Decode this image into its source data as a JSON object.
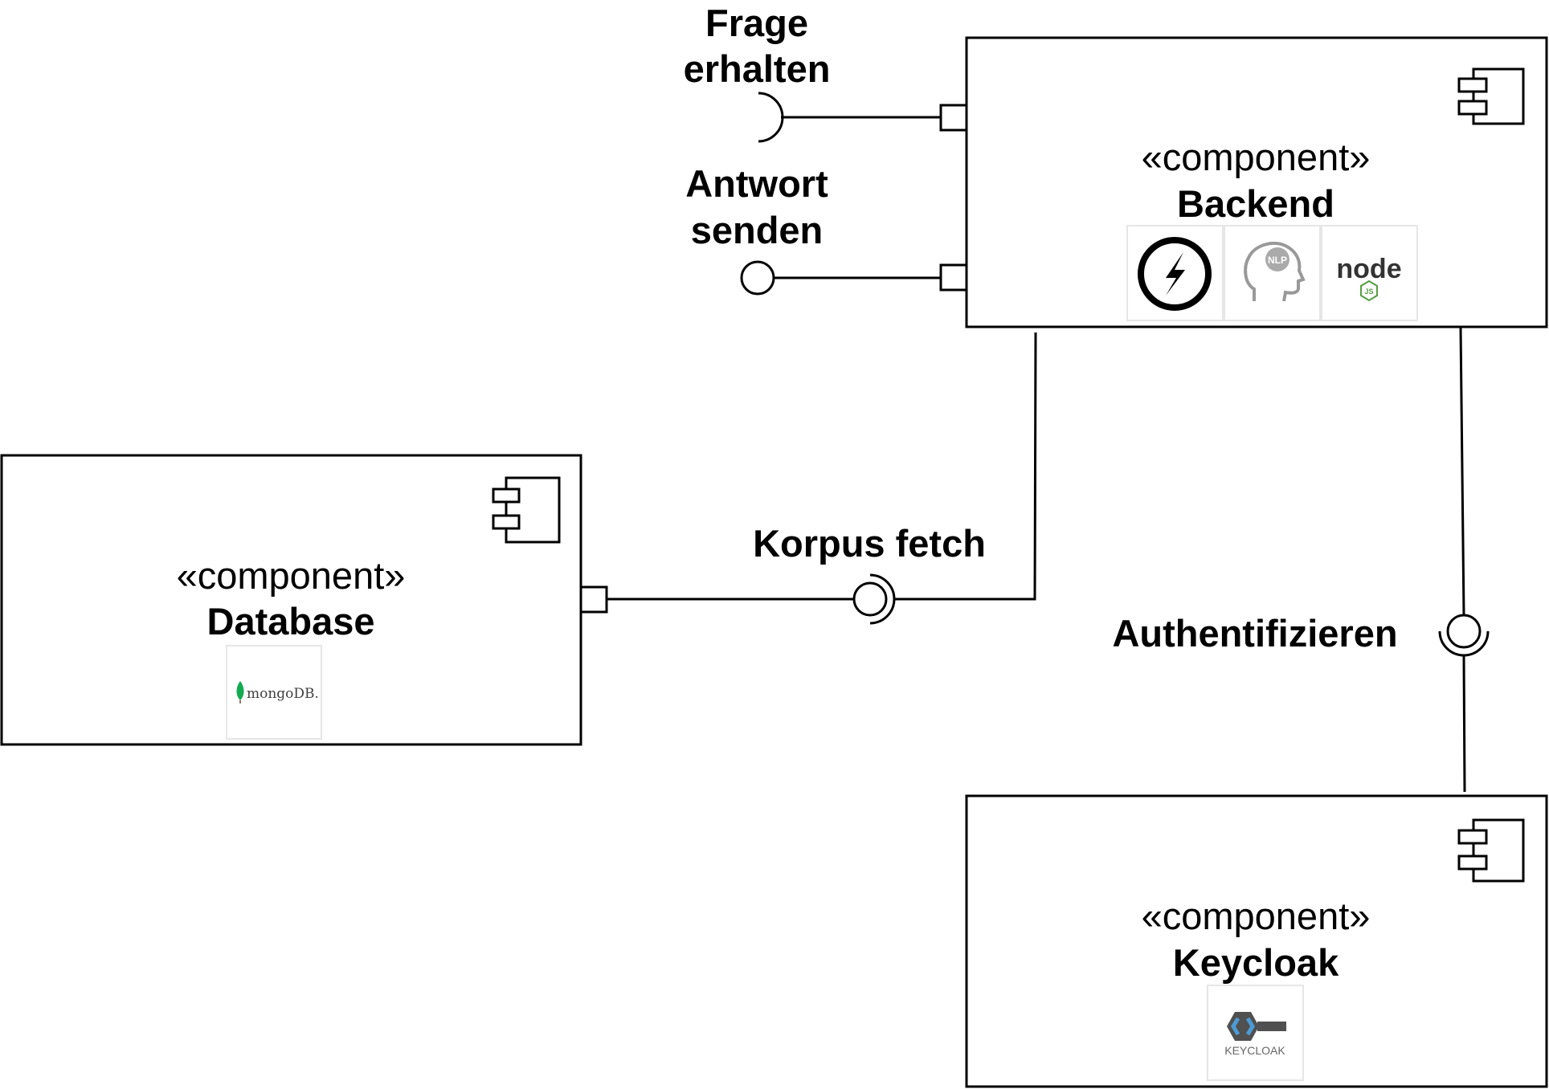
{
  "components": {
    "backend": {
      "stereotype": "«component»",
      "name": "Backend",
      "logos": [
        "socketio-icon",
        "nlp-head-icon",
        "nodejs-logo"
      ],
      "logo_texts": {
        "nlp": "NLP",
        "node": "node",
        "js": "JS"
      }
    },
    "database": {
      "stereotype": "«component»",
      "name": "Database",
      "logos": [
        "mongodb-logo"
      ],
      "logo_texts": {
        "mongodb": "mongoDB."
      }
    },
    "keycloak": {
      "stereotype": "«component»",
      "name": "Keycloak",
      "logos": [
        "keycloak-logo"
      ],
      "logo_texts": {
        "keycloak": "KEYCLOAK"
      }
    }
  },
  "interfaces": {
    "frage": {
      "line1": "Frage",
      "line2": "erhalten",
      "kind": "required"
    },
    "antwort": {
      "line1": "Antwort",
      "line2": "senden",
      "kind": "provided"
    },
    "korpus": {
      "label": "Korpus fetch",
      "kind": "assembly"
    },
    "auth": {
      "label": "Authentifizieren",
      "kind": "assembly"
    }
  },
  "colors": {
    "line": "#000000",
    "mongo_green": "#13aa52",
    "node_green": "#539e43",
    "keycloak_blue": "#4d9bd5",
    "nlp_gray": "#999999"
  }
}
